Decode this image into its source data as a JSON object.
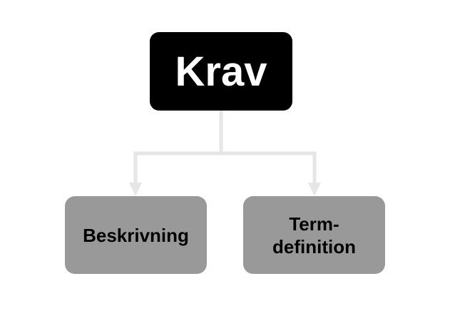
{
  "root": {
    "label": "Krav"
  },
  "children": [
    {
      "label": "Beskrivning"
    },
    {
      "label": "Term-definition",
      "line1": "Term-",
      "line2": "definition"
    }
  ],
  "colors": {
    "root_fill": "#000000",
    "child_fill": "#999999",
    "connector": "#e6e6e6"
  }
}
